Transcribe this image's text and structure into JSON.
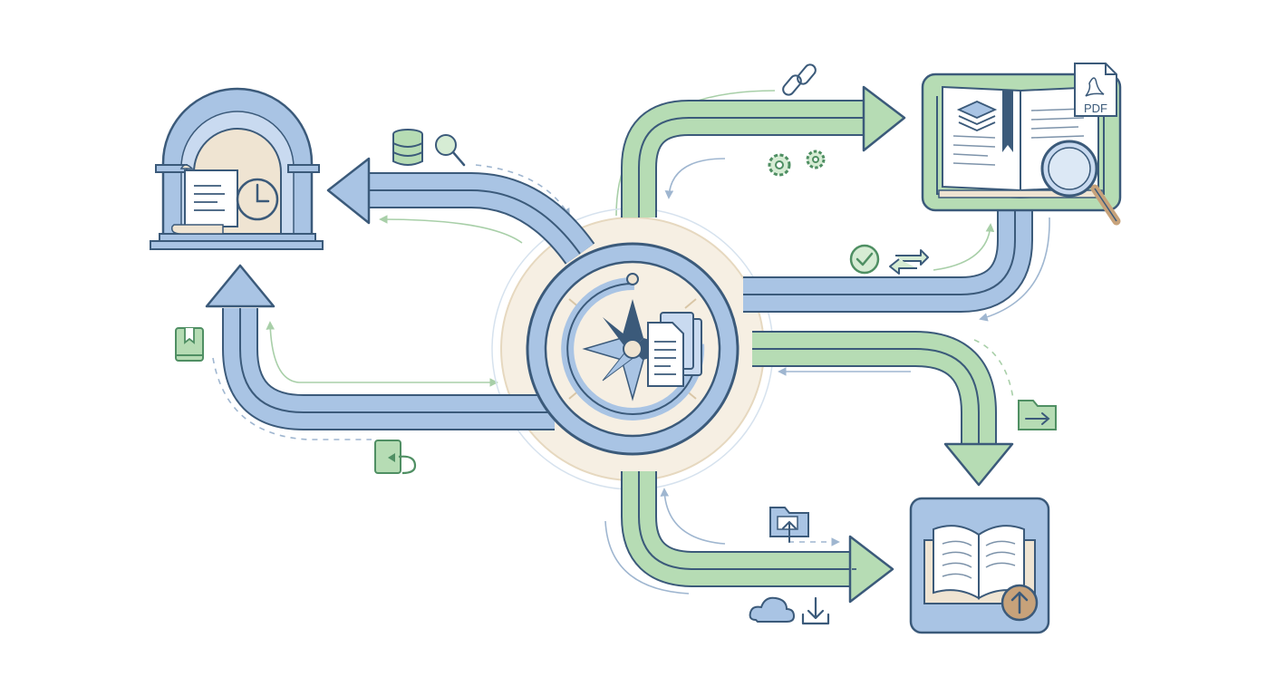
{
  "diagram": {
    "nodes": [
      {
        "id": "archive",
        "icon": "archive-arch-icon"
      },
      {
        "id": "pdf-library",
        "icon": "pdf-book-search-icon",
        "badge": "PDF"
      },
      {
        "id": "ebook-upload",
        "icon": "open-book-upload-icon"
      },
      {
        "id": "hub",
        "icon": "compass-documents-icon"
      }
    ],
    "flows": [
      {
        "from": "hub",
        "to": "archive",
        "color": "blue"
      },
      {
        "from": "hub",
        "to": "pdf-library",
        "color": "green"
      },
      {
        "from": "pdf-library",
        "to": "hub",
        "color": "blue"
      },
      {
        "from": "hub",
        "to": "ebook-upload",
        "color": "green"
      },
      {
        "from": "hub",
        "to": "ebook-upload",
        "color": "green"
      },
      {
        "from": "hub",
        "to": "archive",
        "color": "blue"
      }
    ],
    "side_icons": [
      "database-icon",
      "search-icon",
      "link-icon",
      "gears-icon",
      "check-circle-icon",
      "sync-arrows-icon",
      "bookmark-book-icon",
      "book-return-icon",
      "folder-export-icon",
      "folder-upload-icon",
      "cloud-icon",
      "download-icon"
    ]
  },
  "colors": {
    "blue_fill": "#a9c4e4",
    "blue_light": "#c9daf0",
    "green_fill": "#b6dcb4",
    "green_light": "#d6ecd4",
    "stroke": "#3b5a7a",
    "beige": "#efe4d2",
    "beige_stroke": "#d9c6a6",
    "green_icon": "#4f8f63",
    "thin_blue": "#9fb6d0",
    "thin_green": "#a8cfa8"
  }
}
